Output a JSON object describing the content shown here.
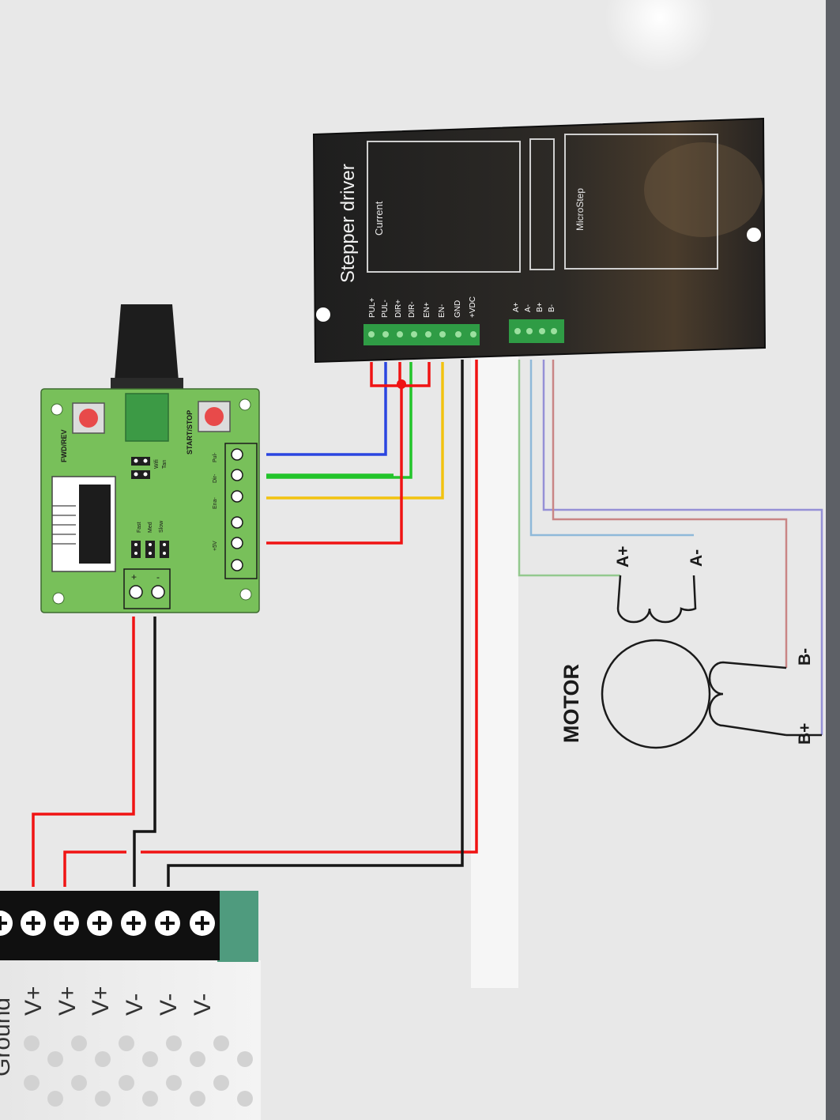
{
  "driver": {
    "title": "Stepper driver",
    "current_label": "Current",
    "microstep_label": "MicroStep",
    "signal_pins": [
      "PUL+",
      "PUL-",
      "DIR+",
      "DIR-",
      "EN+",
      "EN-",
      "GND",
      "+VDC"
    ],
    "motor_pins": [
      "A+",
      "A-",
      "B+",
      "B-"
    ]
  },
  "controller": {
    "fwd_rev_label": "FWD/REV",
    "start_stop_label": "START/STOP",
    "speed_labels": [
      "Fast",
      "Med",
      "Slow"
    ],
    "mode_labels": [
      "Wifi",
      "Tan"
    ],
    "terminal_labels": [
      "+5V",
      "Ena-",
      "Dir-",
      "Pul-"
    ],
    "power_labels": [
      "+",
      "-"
    ]
  },
  "motor": {
    "title": "MOTOR",
    "coil_labels": [
      "A+",
      "A-",
      "B+",
      "B-"
    ]
  },
  "psu": {
    "heading_fragment": "Ground",
    "terminal_labels": [
      "V+",
      "V+",
      "V+",
      "V-",
      "V-",
      "V-"
    ]
  },
  "wire_colors": {
    "red": "#f01313",
    "black": "#151515",
    "blue": "#2a45e0",
    "green": "#22c42a",
    "yellow": "#f2c20f",
    "motor_green": "#93c98e",
    "motor_blue": "#8fb9d9",
    "motor_red": "#c98585",
    "motor_violet": "#9590d6"
  }
}
